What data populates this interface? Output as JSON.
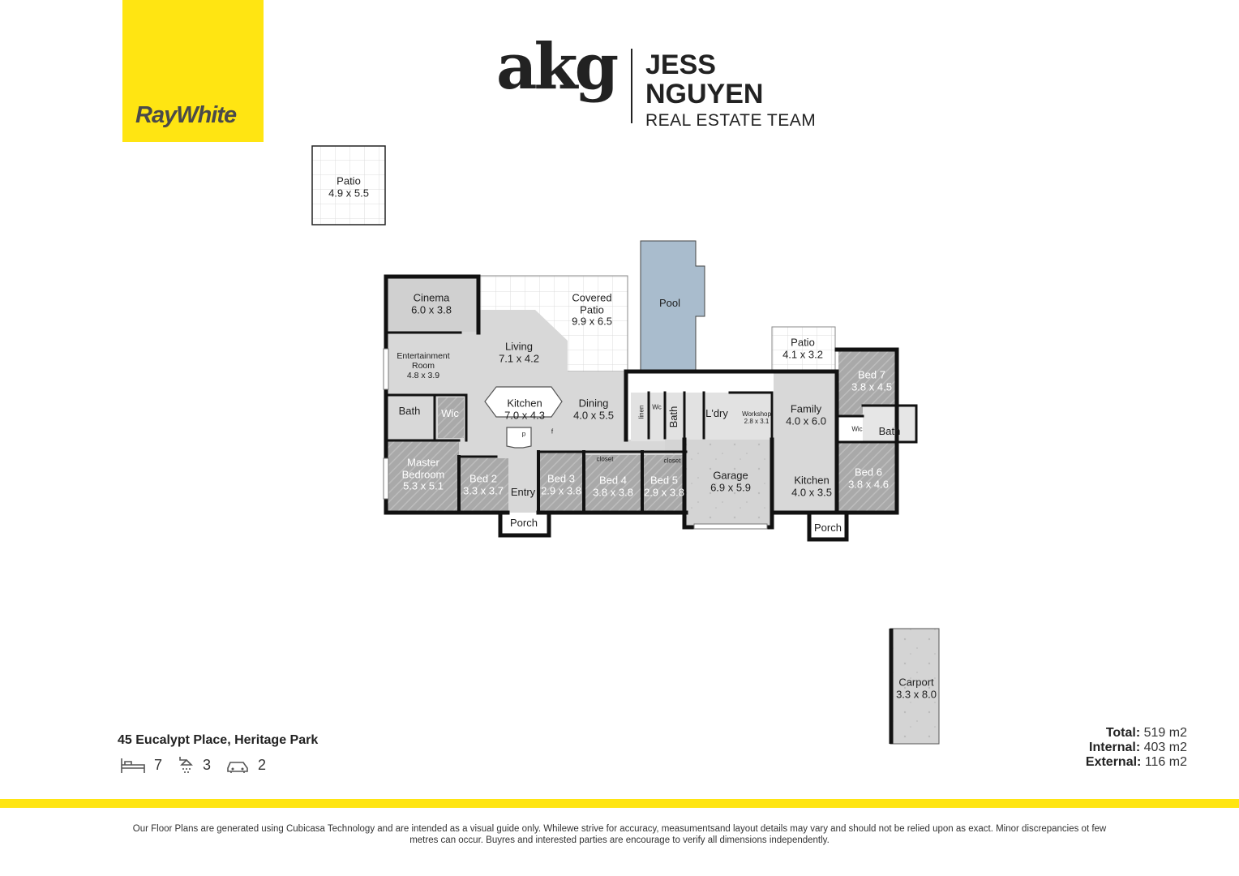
{
  "brand": {
    "name": "RayWhite",
    "logo_color": "#ffe512"
  },
  "team": {
    "mark": "akg",
    "line1": "JESS",
    "line2": "NGUYEN",
    "line3": "REAL ESTATE TEAM"
  },
  "rooms": {
    "patio_top": {
      "name": "Patio",
      "size": "4.9 x 5.5"
    },
    "cinema": {
      "name": "Cinema",
      "size": "6.0 x 3.8"
    },
    "covered_patio": {
      "name": "Covered",
      "name2": "Patio",
      "size": "9.9 x 6.5"
    },
    "pool": {
      "name": "Pool"
    },
    "living": {
      "name": "Living",
      "size": "7.1 x 4.2"
    },
    "entertainment": {
      "name": "Entertainment",
      "name2": "Room",
      "size": "4.8 x 3.9"
    },
    "kitchen": {
      "name": "Kitchen",
      "size": "7.0 x 4.3"
    },
    "dining": {
      "name": "Dining",
      "size": "4.0 x 5.5"
    },
    "bath1": {
      "name": "Bath"
    },
    "wic1": {
      "name": "Wic"
    },
    "master": {
      "name": "Master",
      "name2": "Bedroom",
      "size": "5.3 x 5.1"
    },
    "bed2": {
      "name": "Bed 2",
      "size": "3.3 x 3.7"
    },
    "entry": {
      "name": "Entry"
    },
    "bed3": {
      "name": "Bed 3",
      "size": "2.9 x 3.8"
    },
    "bed4": {
      "name": "Bed 4",
      "size": "3.8 x 3.8"
    },
    "bed5": {
      "name": "Bed 5",
      "size": "2.9 x 3.8"
    },
    "porch1": {
      "name": "Porch"
    },
    "linen": {
      "name": "linen"
    },
    "wc": {
      "name": "Wc"
    },
    "bath2": {
      "name": "Bath"
    },
    "ldry": {
      "name": "L'dry"
    },
    "workshop": {
      "name": "Workshop",
      "size": "2.8 x 3.1"
    },
    "garage": {
      "name": "Garage",
      "size": "6.9 x 5.9"
    },
    "patio_right": {
      "name": "Patio",
      "size": "4.1 x 3.2"
    },
    "family": {
      "name": "Family",
      "size": "4.0 x 6.0"
    },
    "kitchen2": {
      "name": "Kitchen",
      "size": "4.0 x 3.5"
    },
    "porch2": {
      "name": "Porch"
    },
    "bed7": {
      "name": "Bed 7",
      "size": "3.8 x 4.5"
    },
    "bath3": {
      "name": "Bath"
    },
    "wic2": {
      "name": "Wic"
    },
    "bed6": {
      "name": "Bed 6",
      "size": "3.8 x 4.6"
    },
    "carport": {
      "name": "Carport",
      "size": "3.3 x 8.0"
    },
    "closet": {
      "name": "closet"
    },
    "closet2": {
      "name": "closet"
    },
    "p": {
      "name": "p"
    },
    "f": {
      "name": "f"
    }
  },
  "property": {
    "address": "45 Eucalypt Place, Heritage Park",
    "beds": "7",
    "baths": "3",
    "cars": "2"
  },
  "areas": {
    "total_label": "Total:",
    "total": "519 m2",
    "internal_label": "Internal:",
    "internal": "403 m2",
    "external_label": "External:",
    "external": "116 m2"
  },
  "disclaimer": "Our Floor Plans are generated using Cubicasa Technology and are intended as a visual guide only. Whilewe strive for accuracy, measumentsand layout details may vary and should not be relied upon as exact. Minor discrepancies ot few metres can occur. Buyres and interested parties are encourage to verify all dimensions independently.",
  "colors": {
    "yellow": "#ffe512",
    "pool": "#a9bccd",
    "room_grey": "#d8d8d8",
    "bedroom_grey": "#a8a8a8",
    "wall": "#111111"
  }
}
